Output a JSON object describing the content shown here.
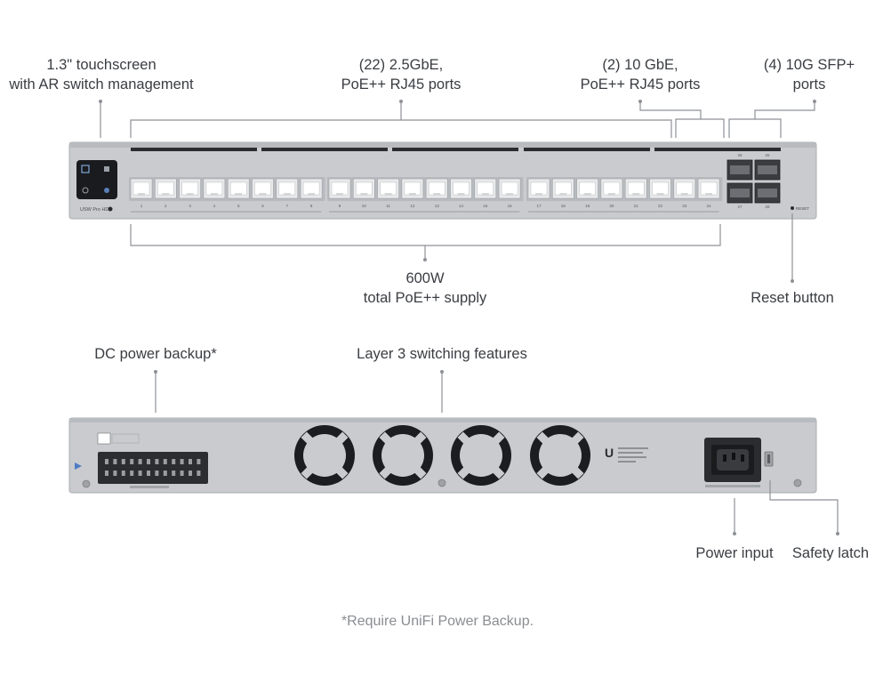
{
  "callouts": {
    "touchscreen": [
      "1.3\" touchscreen",
      "with AR switch management"
    ],
    "rj45_25g": [
      "(22) 2.5GbE,",
      "PoE++ RJ45 ports"
    ],
    "rj45_10g": [
      "(2)  10 GbE,",
      "PoE++ RJ45 ports"
    ],
    "sfp": [
      "(4) 10G SFP+",
      "ports"
    ],
    "poe_supply": [
      "600W",
      "total PoE++ supply"
    ],
    "reset": [
      "Reset button"
    ],
    "dc_backup": [
      "DC power backup*"
    ],
    "layer3": [
      "Layer 3 switching features"
    ],
    "power_input": [
      "Power input"
    ],
    "safety_latch": [
      "Safety latch"
    ]
  },
  "footnote": "*Require UniFi Power Backup.",
  "front_panel": {
    "model_label": "USW Pro HD",
    "reset_label": "RESET",
    "rj45_port_labels": [
      "1",
      "2",
      "3",
      "4",
      "5",
      "6",
      "7",
      "8",
      "9",
      "10",
      "11",
      "12",
      "13",
      "14",
      "15",
      "16",
      "17",
      "18",
      "19",
      "20",
      "21",
      "22",
      "23",
      "24"
    ],
    "sfp_port_labels": [
      "25",
      "26",
      "27",
      "28"
    ]
  },
  "colors": {
    "chassis": "#c9cbce",
    "chassis_edge": "#a9acb0",
    "leader_line": "#8e9196",
    "fan_dark": "#1c1d20",
    "port_frame": "#e8e9eb"
  }
}
